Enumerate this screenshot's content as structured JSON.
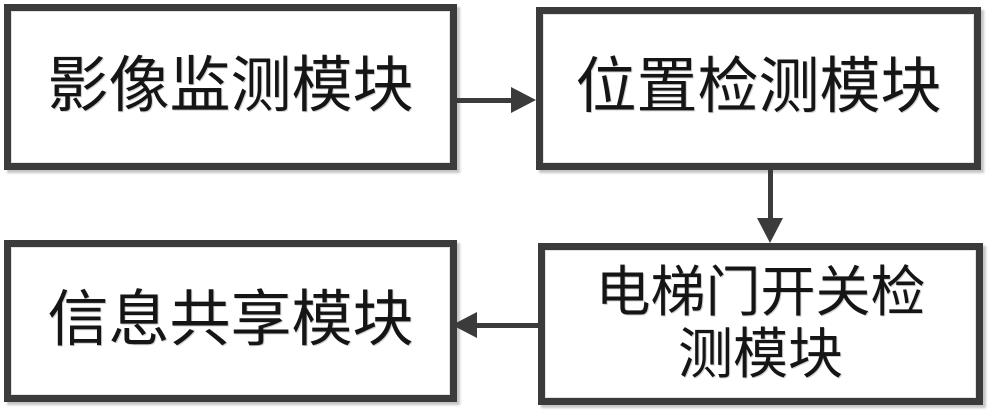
{
  "diagram": {
    "type": "block-flow-diagram",
    "background_color": "#ffffff",
    "border_color": "#3b3b3b",
    "text_color": "#151515",
    "nodes": [
      {
        "id": "image-monitor",
        "label": "影像监测模块",
        "position": "top-left"
      },
      {
        "id": "position",
        "label": "位置检测模块",
        "position": "top-right"
      },
      {
        "id": "door-switch",
        "label": "电梯门开关检\n测模块",
        "position": "bottom-right"
      },
      {
        "id": "info-share",
        "label": "信息共享模块",
        "position": "bottom-left"
      }
    ],
    "connectors": [
      {
        "id": "image-to-position",
        "from": "image-monitor",
        "to": "position",
        "direction": "right",
        "icon": "arrow-right-icon"
      },
      {
        "id": "position-to-door",
        "from": "position",
        "to": "door-switch",
        "direction": "down",
        "icon": "arrow-down-icon"
      },
      {
        "id": "door-to-info",
        "from": "door-switch",
        "to": "info-share",
        "direction": "left",
        "icon": "arrow-left-icon"
      }
    ]
  }
}
